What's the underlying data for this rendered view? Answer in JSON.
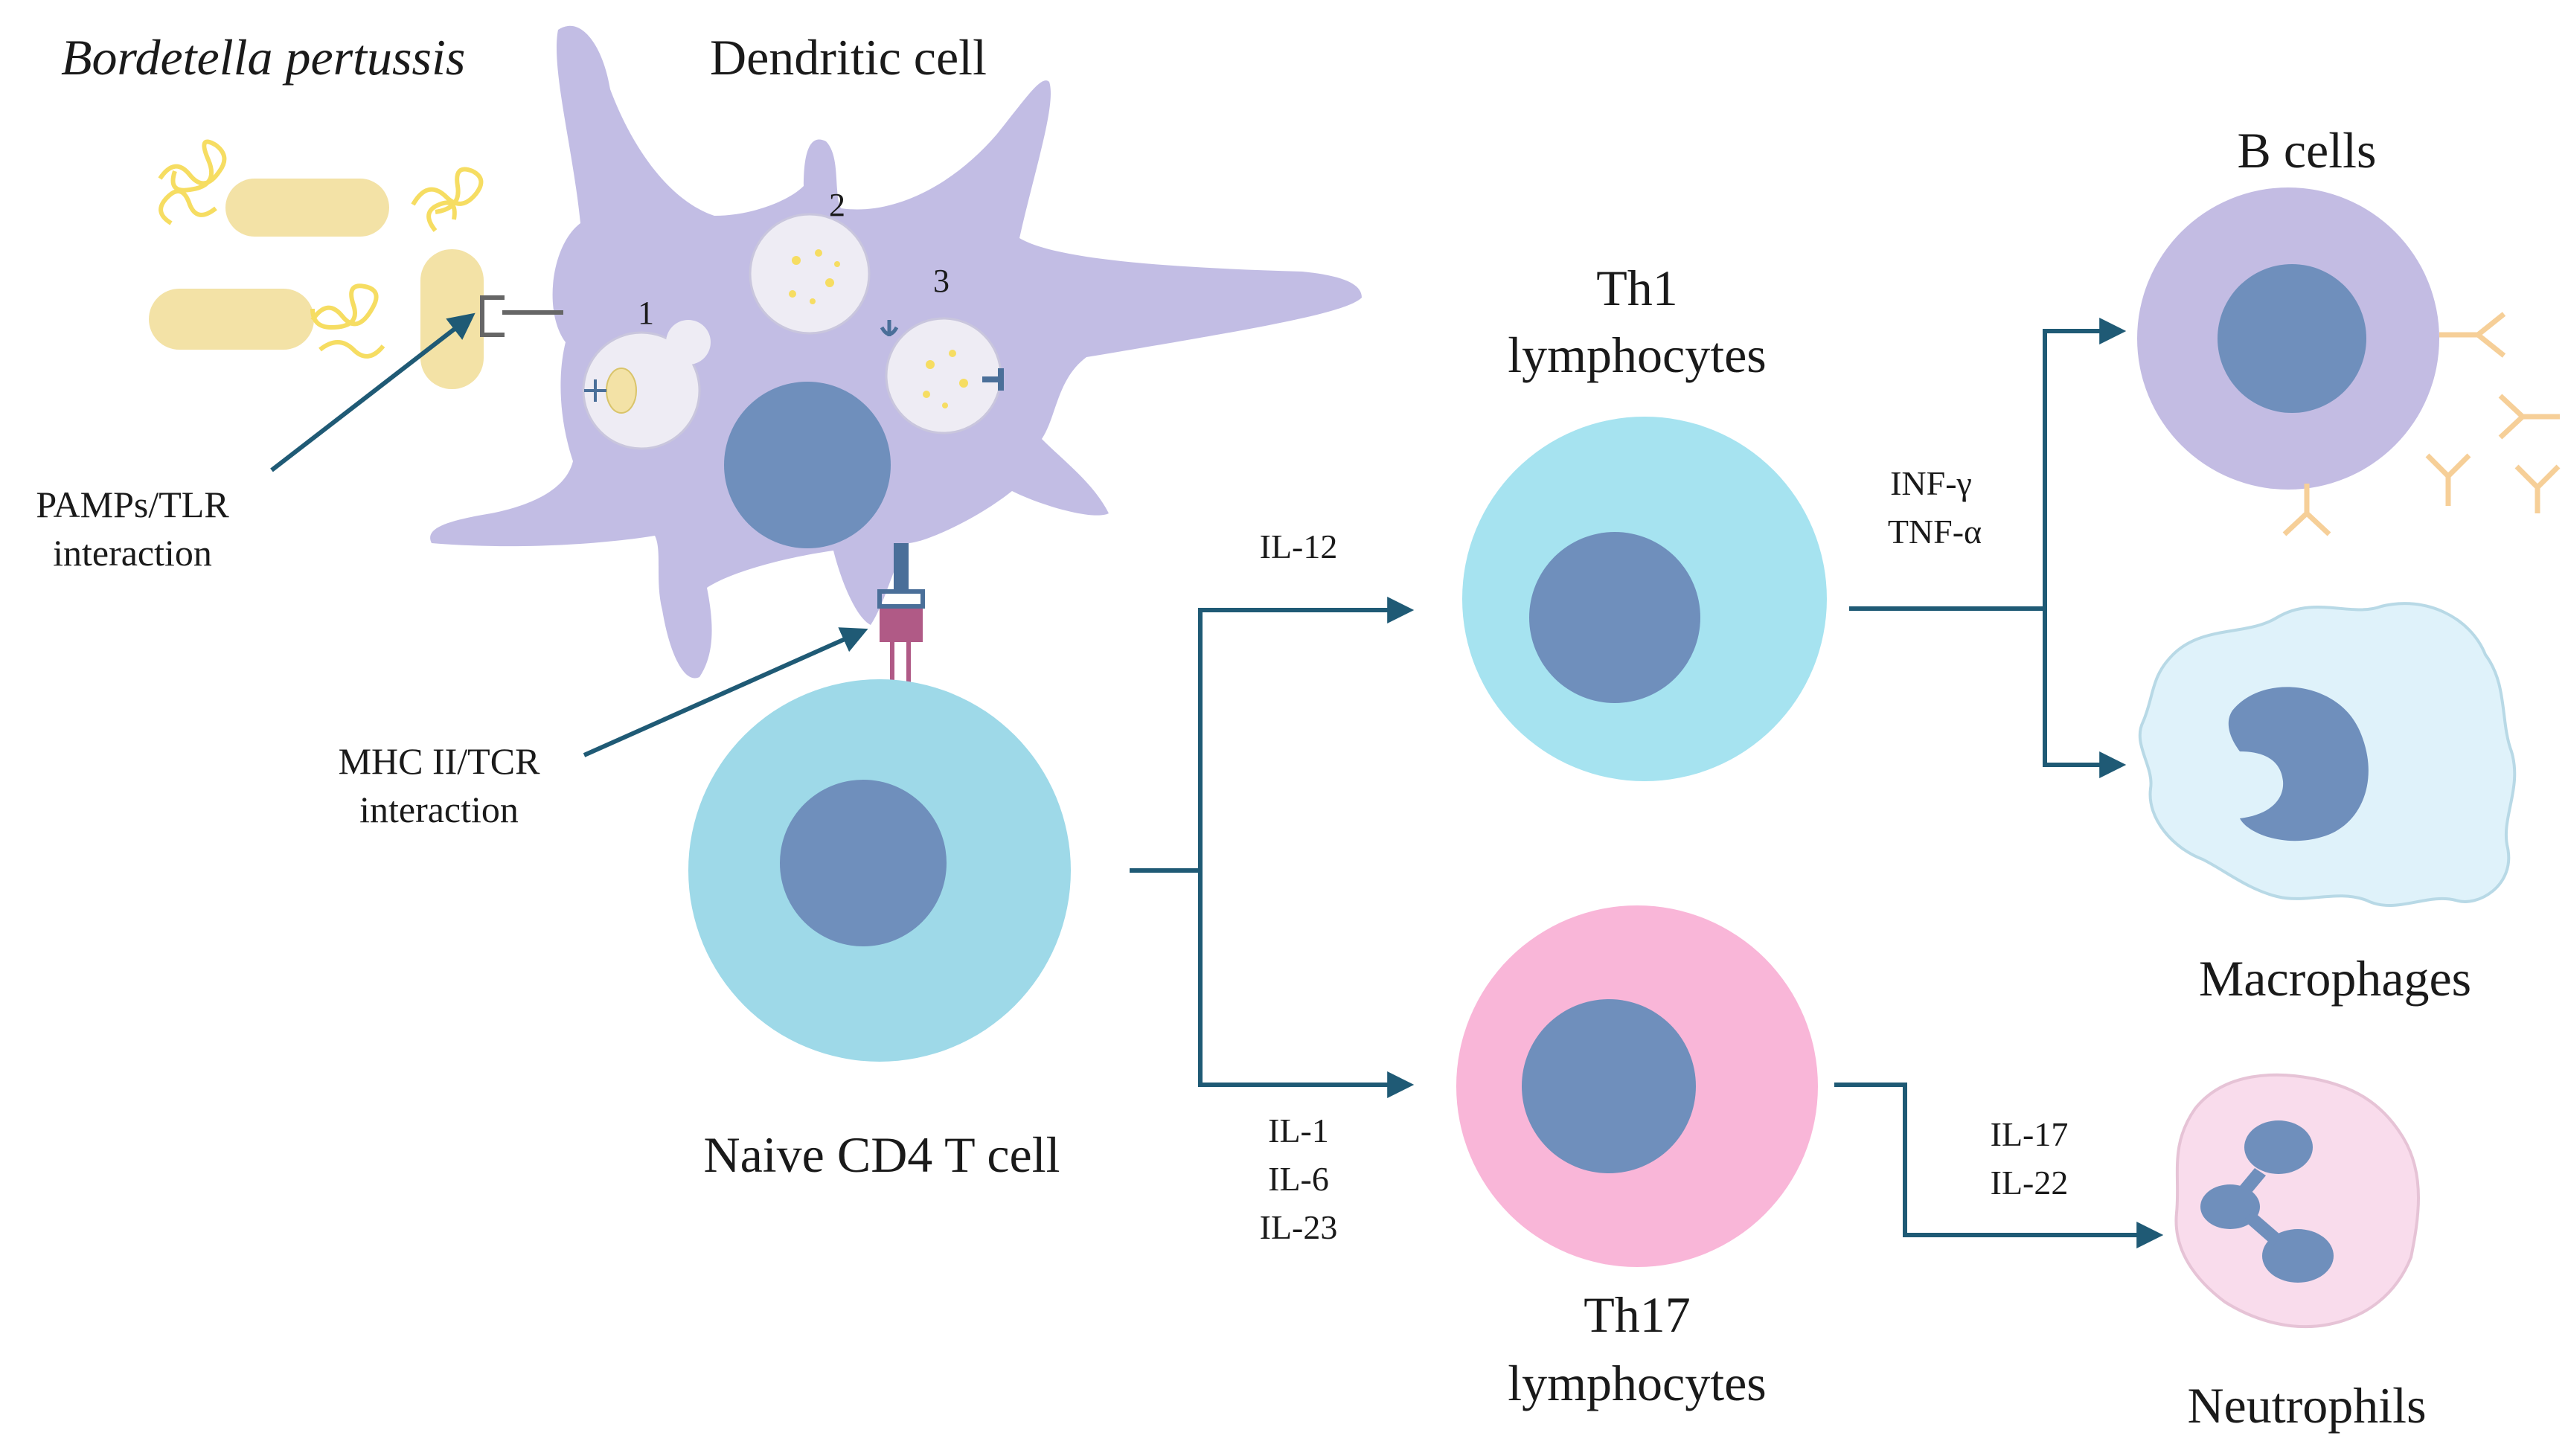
{
  "labels": {
    "bacteria": "Bordetella pertussis",
    "dendritic": "Dendritic cell",
    "step1": "1",
    "step2": "2",
    "step3": "3",
    "pamps_line1": "PAMPs/TLR",
    "pamps_line2": "interaction",
    "mhc_line1": "MHC II/TCR",
    "mhc_line2": "interaction",
    "naive": "Naive CD4 T cell",
    "th1_line1": "Th1",
    "th1_line2": "lymphocytes",
    "th17_line1": "Th17",
    "th17_line2": "lymphocytes",
    "bcells": "B cells",
    "macrophages": "Macrophages",
    "neutrophils": "Neutrophils"
  },
  "cytokines": {
    "th1_signal": "IL-12",
    "th17_signal_1": "IL-1",
    "th17_signal_2": "IL-6",
    "th17_signal_3": "IL-23",
    "th1_out_1": "INF-γ",
    "th1_out_2": "TNF-α",
    "th17_out_1": "IL-17",
    "th17_out_2": "IL-22"
  },
  "colors": {
    "dendritic": "#c2bde4",
    "nucleus": "#6f8fbc",
    "naive_cell": "#9ed9e8",
    "th1_cell": "#a6e3f0",
    "th17_cell": "#f9b6d8",
    "bcell": "#c3bce3",
    "macrophage": "#dff2fa",
    "neutrophil": "#f9dcec",
    "bacteria": "#f3e2a6",
    "flagella": "#f6dd62",
    "antibody": "#f6cf98",
    "arrow": "#1f5a75",
    "receptor_blue": "#4a6f99",
    "receptor_pink": "#b05a86"
  }
}
